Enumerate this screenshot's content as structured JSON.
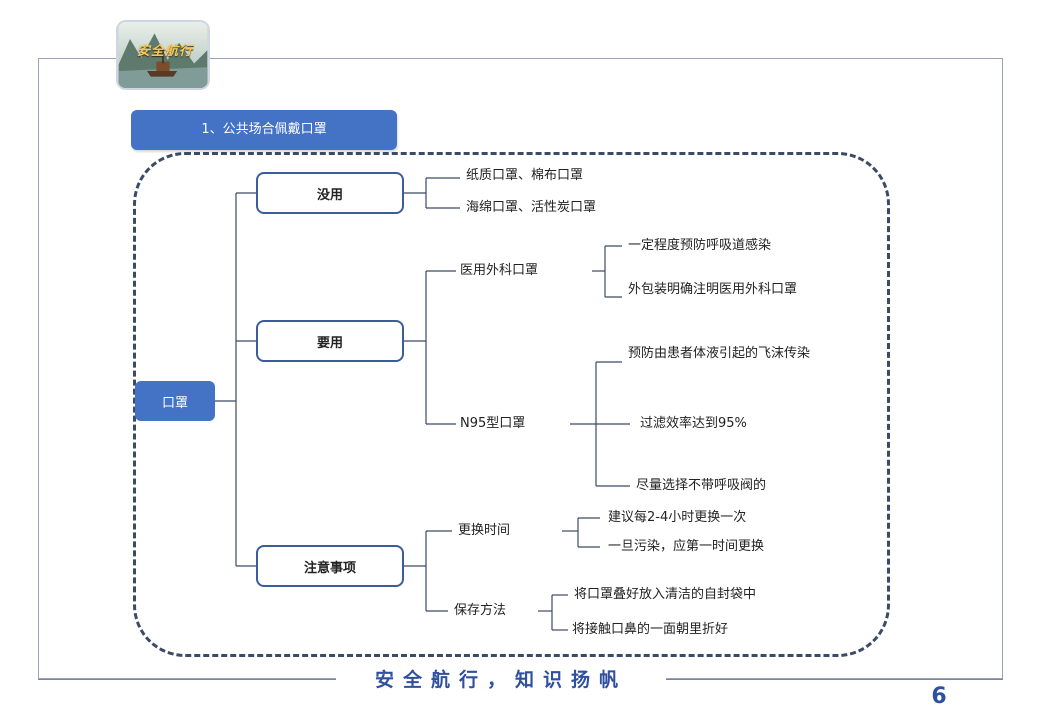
{
  "logo": {
    "text": "安全航行",
    "icon": "ship-landscape-logo"
  },
  "section_title": "1、公共场合佩戴口罩",
  "root": "口罩",
  "branches": {
    "useless": {
      "label": "没用",
      "items": [
        "纸质口罩、棉布口罩",
        "海绵口罩、活性炭口罩"
      ]
    },
    "useful": {
      "label": "要用",
      "surgical": {
        "label": "医用外科口罩",
        "items": [
          "一定程度预防呼吸道感染",
          "外包装明确注明医用外科口罩"
        ]
      },
      "n95": {
        "label": "N95型口罩",
        "items": [
          "预防由患者体液引起的飞沫传染",
          "过滤效率达到95%",
          "尽量选择不带呼吸阀的"
        ]
      }
    },
    "notes": {
      "label": "注意事项",
      "replace": {
        "label": "更换时间",
        "items": [
          "建议每2-4小时更换一次",
          "一旦污染，应第一时间更换"
        ]
      },
      "storage": {
        "label": "保存方法",
        "items": [
          "将口罩叠好放入清洁的自封袋中",
          "将接触口鼻的一面朝里折好"
        ]
      }
    }
  },
  "footer": {
    "slogan": "安全航行，知识扬帆",
    "page": "6"
  },
  "colors": {
    "accent": "#4472c4",
    "node_border": "#3d5c9c",
    "footer_text": "#2f4fa0"
  }
}
